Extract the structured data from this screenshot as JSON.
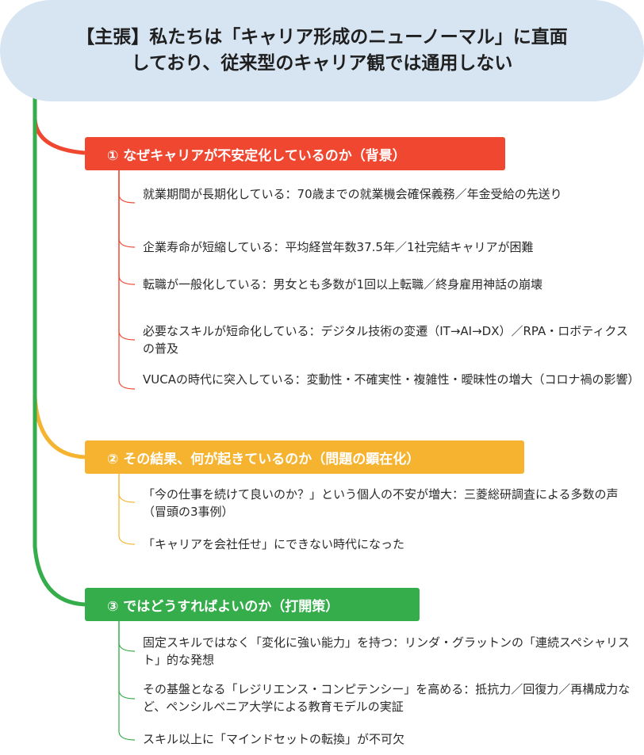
{
  "root": {
    "title": "【主張】私たちは「キャリア形成のニューノーマル」に直面\nしており、従来型のキャリア観では通用しない"
  },
  "colors": {
    "root_bg": "#d7e5f3",
    "section1": "#f04730",
    "section2": "#f5b330",
    "section3": "#35ad4b"
  },
  "sections": [
    {
      "label": "① なぜキャリアが不安定化しているのか（背景）",
      "items": [
        "就業期間が長期化している：70歳までの就業機会確保義務／年金受給の先送り",
        "企業寿命が短縮している：平均経営年数37.5年／1社完結キャリアが困難",
        "転職が一般化している：男女とも多数が1回以上転職／終身雇用神話の崩壊",
        "必要なスキルが短命化している：デジタル技術の変遷（IT→AI→DX）／RPA・ロボティクスの普及",
        "VUCAの時代に突入している：変動性・不確実性・複雑性・曖昧性の増大（コロナ禍の影響）"
      ]
    },
    {
      "label": "② その結果、何が起きているのか（問題の顕在化）",
      "items": [
        "「今の仕事を続けて良いのか？」という個人の不安が増大：三菱総研調査による多数の声（冒頭の3事例）",
        "「キャリアを会社任せ」にできない時代になった"
      ]
    },
    {
      "label": "③ ではどうすればよいのか（打開策）",
      "items": [
        "固定スキルではなく「変化に強い能力」を持つ：リンダ・グラットンの「連続スペシャリスト」的な発想",
        "その基盤となる「レジリエンス・コンピテンシー」を高める：抵抗力／回復力／再構成力など、ペンシルベニア大学による教育モデルの実証",
        "スキル以上に「マインドセットの転換」が不可欠"
      ]
    }
  ]
}
